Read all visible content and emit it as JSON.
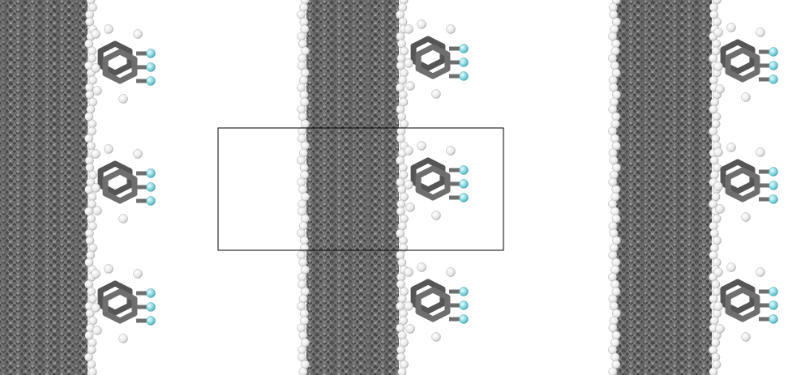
{
  "scene": {
    "background": "#ffffff",
    "colors": {
      "carbon": "#6e6e6e",
      "carbon_dark": "#4f4f4f",
      "hydrogen": "#f2f2f2",
      "fluorine": "#86d6df",
      "cell_outline": "#000000"
    },
    "slabs": [
      {
        "name": "slab-left"
      },
      {
        "name": "slab-middle"
      },
      {
        "name": "slab-right"
      }
    ],
    "molecules_per_slab": 3,
    "fluorines_per_molecule": 3,
    "unit_cell_shown": true
  }
}
